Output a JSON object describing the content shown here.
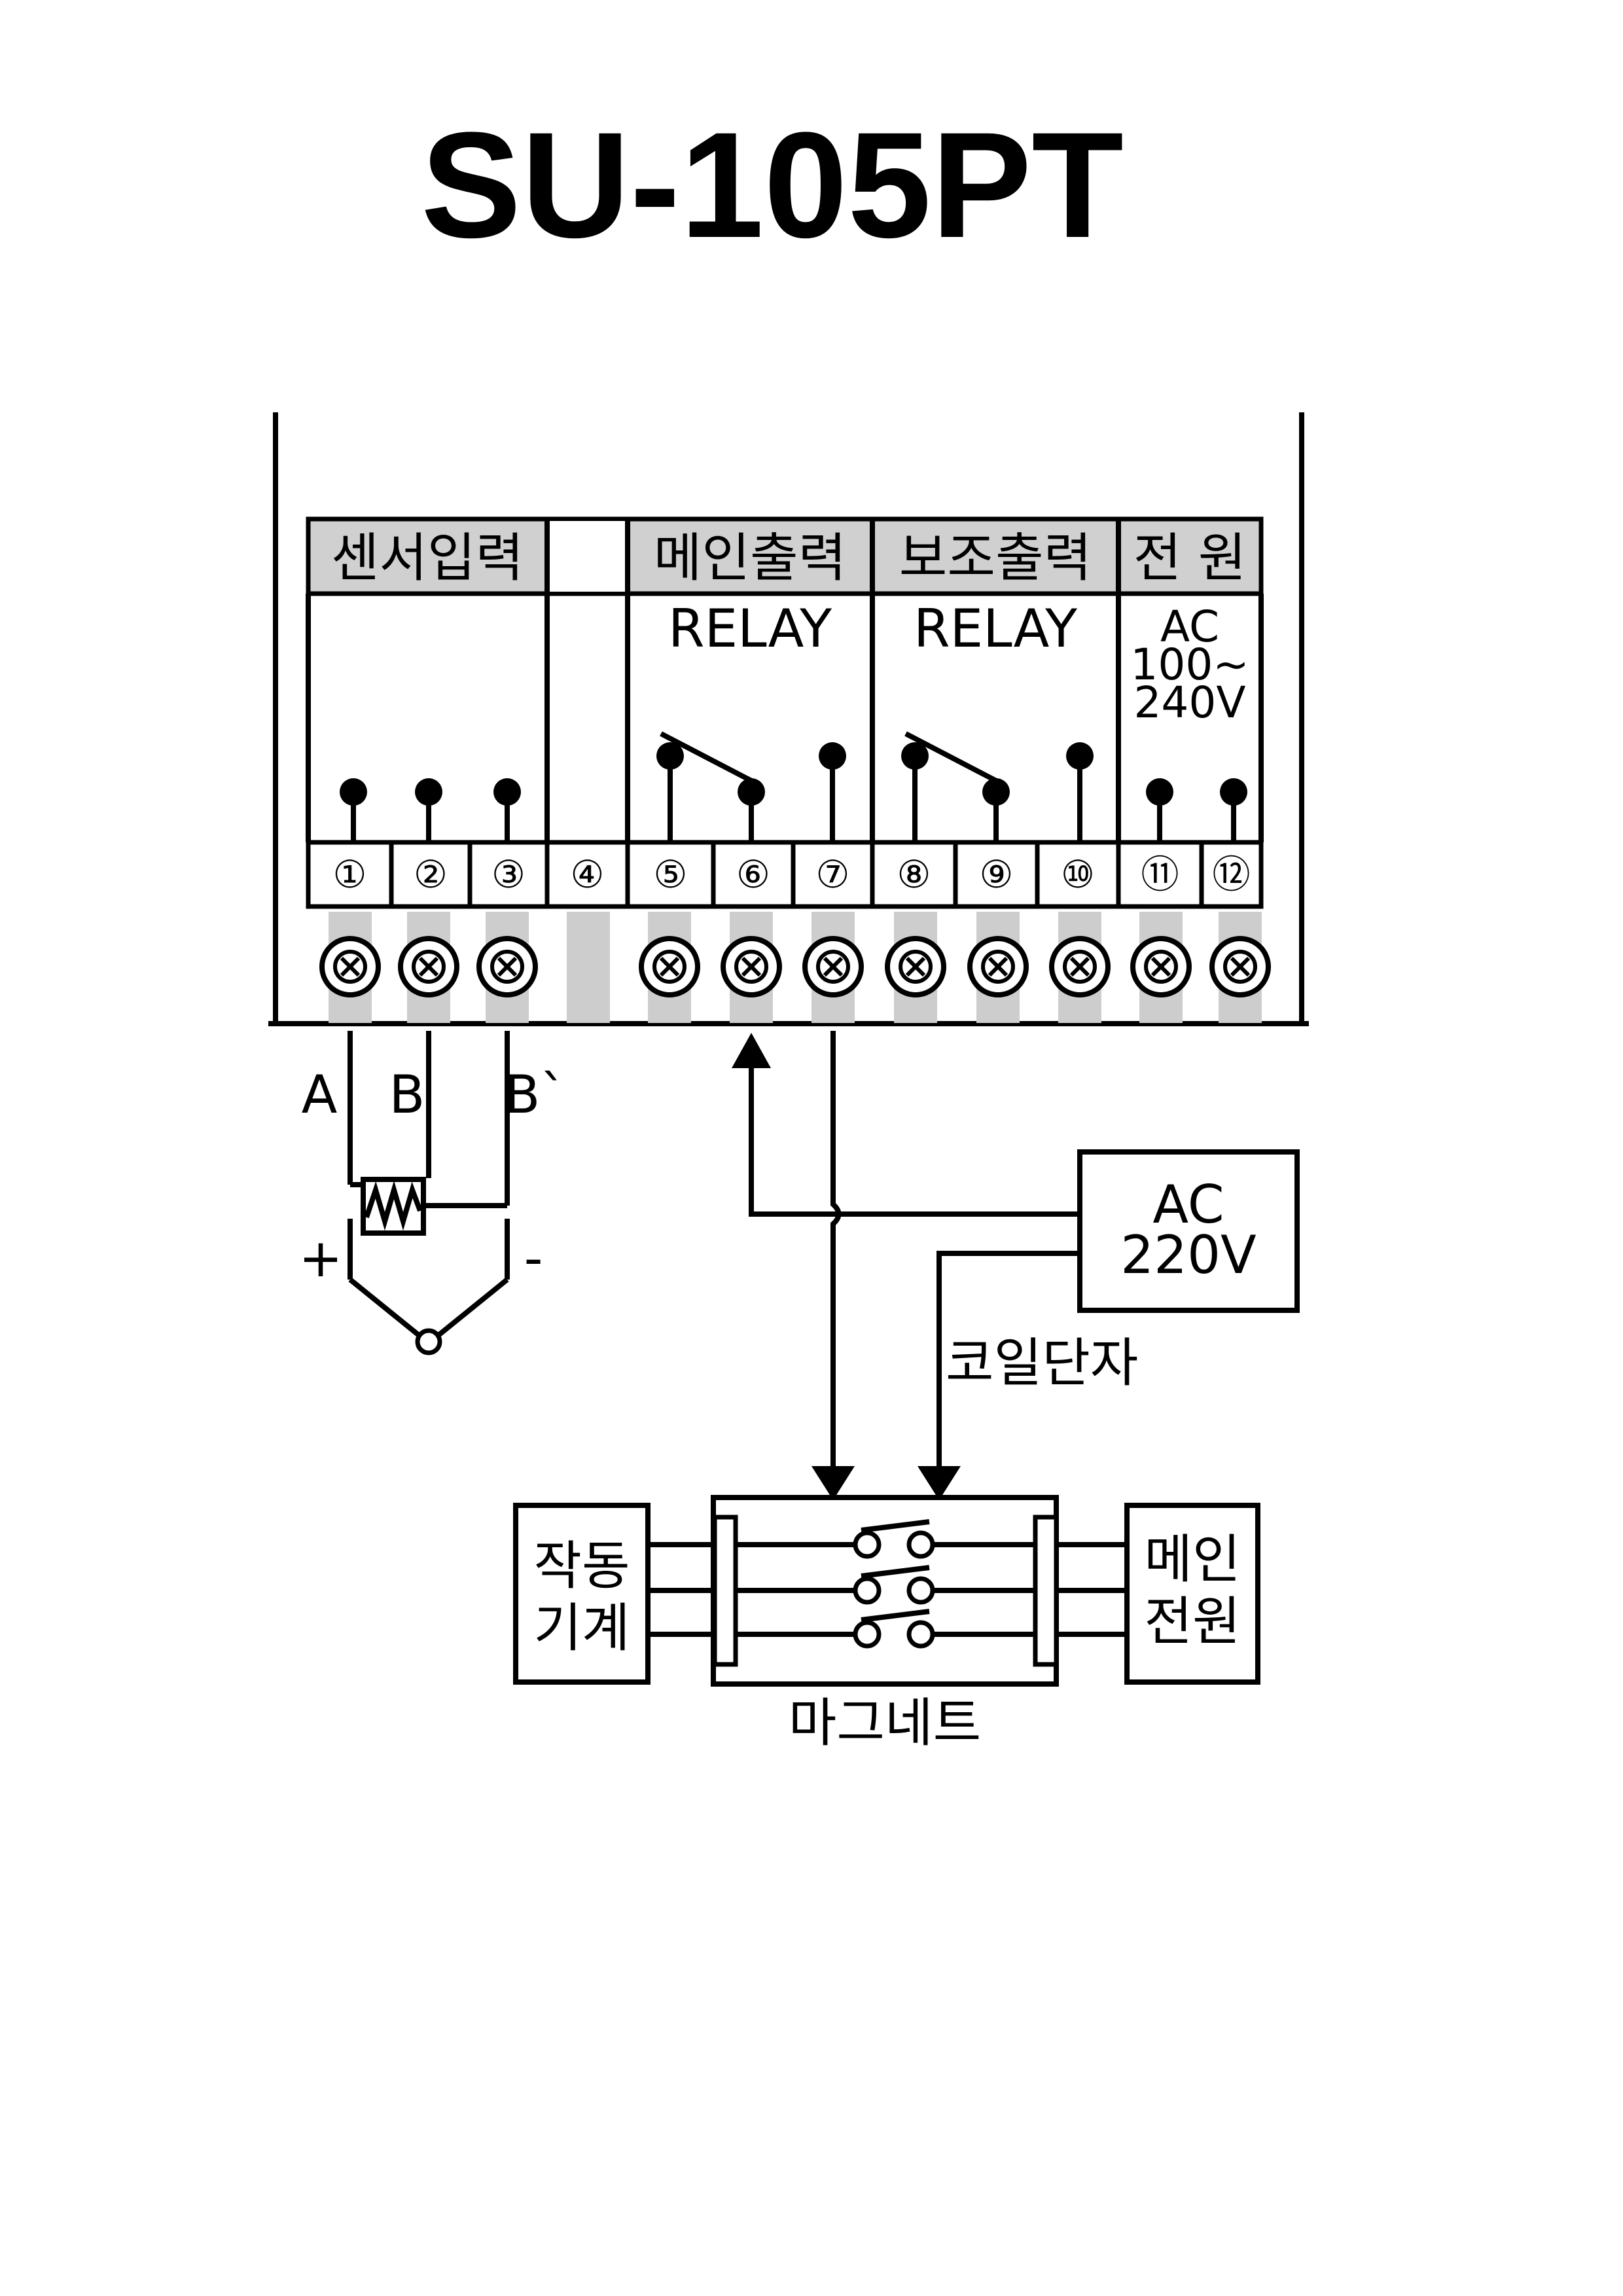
{
  "title": "SU-105PT",
  "header": {
    "sensor_input": "센서입력",
    "empty": "",
    "main_output": "메인출력",
    "aux_output": "보조출력",
    "power": "전 원"
  },
  "main_relay_label": "RELAY",
  "aux_relay_label": "RELAY",
  "power_spec": {
    "line1": "AC",
    "line2": "100~",
    "line3": "240V"
  },
  "terminals": [
    "①",
    "②",
    "③",
    "④",
    "⑤",
    "⑥",
    "⑦",
    "⑧",
    "⑨",
    "⑩",
    "⑪",
    "⑫"
  ],
  "sensor_wires": {
    "a": "A",
    "b": "B",
    "b_prime": "B`",
    "plus": "+",
    "minus": "-"
  },
  "ac_source": {
    "line1": "AC",
    "line2": "220V"
  },
  "coil_terminal": "코일단자",
  "load": {
    "line1": "작동",
    "line2": "기계"
  },
  "main_power": {
    "line1": "메인",
    "line2": "전원"
  },
  "magnet": "마그네트"
}
